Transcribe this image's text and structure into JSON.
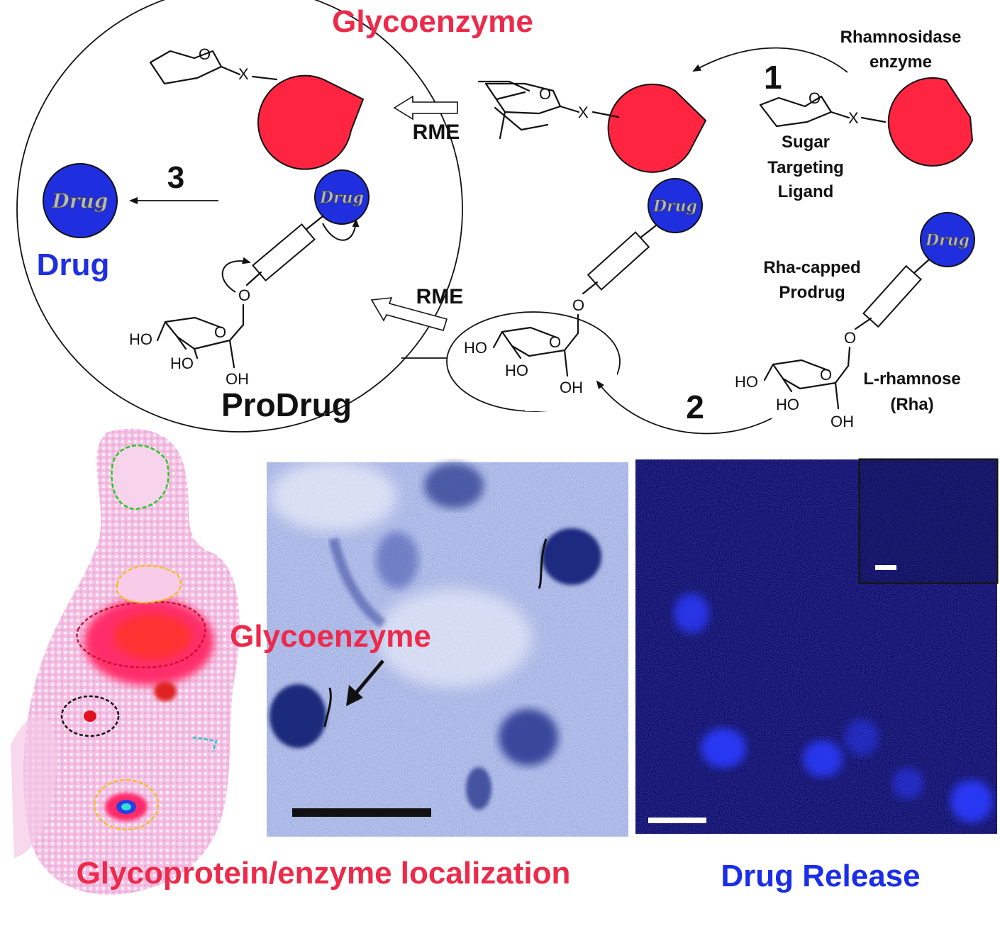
{
  "labels": {
    "glycoenzyme_title": "Glycoenzyme",
    "rhamnosidase": "Rhamnosidase",
    "rhamnosidase_enzyme": "enzyme",
    "step_1": "1",
    "step_2": "2",
    "step_3": "3",
    "rme_top": "RME",
    "rme_bottom": "RME",
    "sugar": "Sugar",
    "targeting": "Targeting",
    "ligand": "Ligand",
    "drug_label": "Drug",
    "rha_capped": "Rha-capped",
    "prodrug_word": "Prodrug",
    "l_rhamnose": "L-rhamnose",
    "rha": "(Rha)",
    "prodrug_title": "ProDrug",
    "glycoenzyme_micro": "Glycoenzyme",
    "caption_left": "Glycoprotein/enzyme localization",
    "caption_right": "Drug Release"
  },
  "molecule": {
    "drug": "Drug",
    "O": "O",
    "X": "X",
    "HO": "HO",
    "OH": "OH"
  },
  "colors": {
    "enzyme_red": "#ff2440",
    "drug_blue": "#1f2fe0",
    "title_red": "#ee2a4a",
    "caption_blue": "#1a2ee8",
    "scan_pink": "#f2b4de",
    "micro_blue": "#a9b8ec",
    "fluor_navy": "#12127a"
  }
}
